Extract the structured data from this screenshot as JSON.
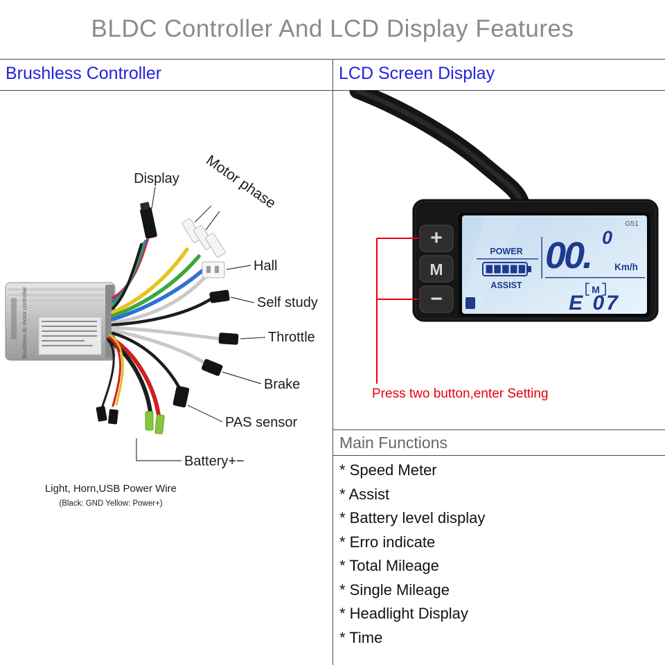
{
  "title": "BLDC Controller And LCD Display Features",
  "left_panel": {
    "header": "Brushless Controller",
    "controller_label": "Brushless dc motor controller",
    "wire_labels": {
      "display": "Display",
      "motor_phase": "Motor phase",
      "hall": "Hall",
      "self_study": "Self study",
      "throttle": "Throttle",
      "brake": "Brake",
      "pas_sensor": "PAS sensor",
      "battery": "Battery+−",
      "power_wire": "Light, Horn,USB Power Wire",
      "power_wire_note": "(Black: GND Yellow: Power+)"
    }
  },
  "right_panel": {
    "header": "LCD Screen Display",
    "display": {
      "model": "G51",
      "power_label": "POWER",
      "assist_label": "ASSIST",
      "speed_main": "00.",
      "speed_decimal": "0",
      "speed_unit": "Km/h",
      "motor_icon": "M",
      "error_code": "E 07",
      "button_plus": "+",
      "button_mode": "M",
      "button_minus": "−"
    },
    "note": "Press two button,enter Setting",
    "main_functions": {
      "header": "Main Functions",
      "items": [
        "* Speed Meter",
        "* Assist",
        "* Battery level display",
        "* Erro indicate",
        "* Total Mileage",
        "* Single Mileage",
        "* Headlight Display",
        "* Time"
      ]
    }
  },
  "colors": {
    "header_blue": "#2222dd",
    "note_red": "#e8000d",
    "title_gray": "#8a8a8a",
    "lcd_segment": "#1d3a8e"
  }
}
